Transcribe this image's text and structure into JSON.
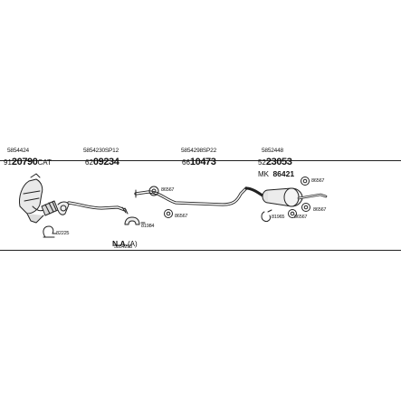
{
  "labels": {
    "cat_ref": "5854424",
    "cat_prefix": "91",
    "cat_number": "20790",
    "cat_suffix": "CAT",
    "front_ref": "5854230SP12",
    "front_prefix": "62",
    "front_number": "09234",
    "mid_ref": "5854298SP22",
    "mid_prefix": "66",
    "mid_number": "10473",
    "rear_ref": "5852448",
    "rear_prefix": "52",
    "rear_number": "23053",
    "mk_prefix": "MK",
    "mk_number": "86421",
    "mount_86567_a": "86567",
    "mount_86567_b": "86567",
    "mount_86567_c": "86567",
    "mount_86567_d": "86567",
    "mount_86567_e": "86567",
    "bracket_81984": "81984",
    "clamp_82225": "82225",
    "clamp_81965": "81965",
    "na_label": "N.A.",
    "na_suffix": "(A)",
    "na_ref": "5854298"
  }
}
